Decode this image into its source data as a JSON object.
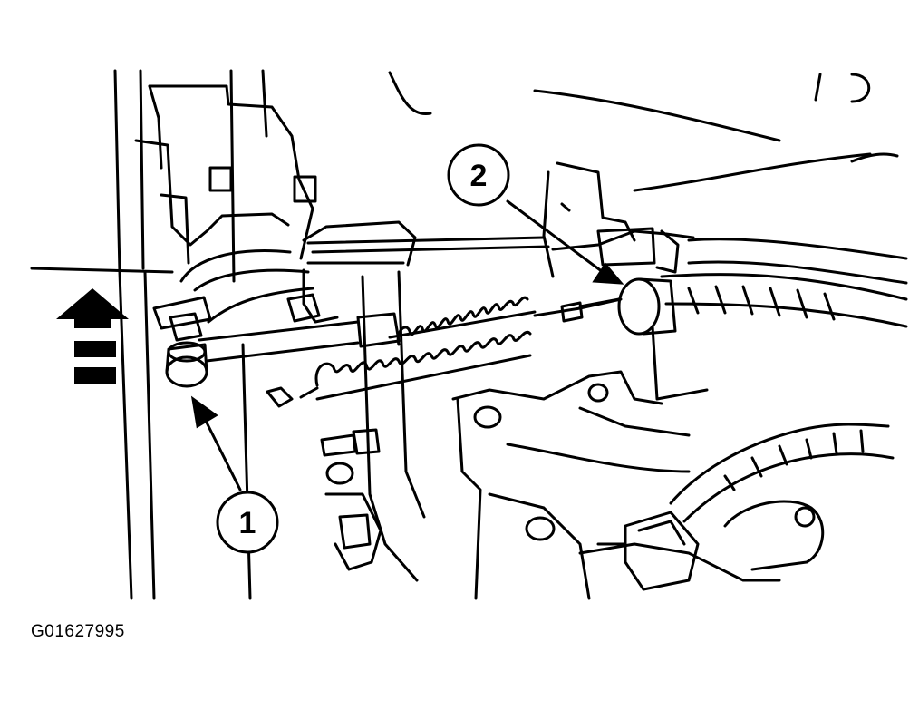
{
  "callouts": [
    {
      "number": "1"
    },
    {
      "number": "2"
    }
  ],
  "figure_id": "G01627995",
  "colors": {
    "line": "#000000",
    "background": "#ffffff"
  }
}
